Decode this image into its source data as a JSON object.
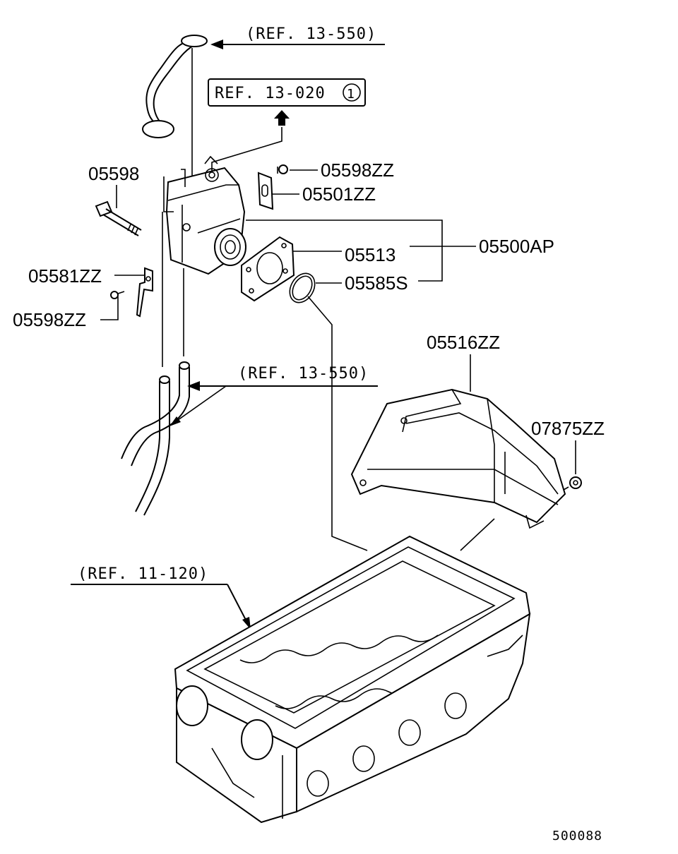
{
  "diagram_id": "500088",
  "refs": {
    "top": "(REF. 13-550)",
    "boxed_text": "REF. 13-020",
    "boxed_circle": "1",
    "middle": "(REF. 13-550)",
    "left": "(REF. 11-120)"
  },
  "parts": {
    "p05598": "05598",
    "p05598zz_top": "05598ZZ",
    "p05501zz": "05501ZZ",
    "p05500ap": "05500AP",
    "p05513": "05513",
    "p05585s": "05585S",
    "p05581zz": "05581ZZ",
    "p05598zz_left": "05598ZZ",
    "p05516zz": "05516ZZ",
    "p07875zz": "07875ZZ"
  }
}
